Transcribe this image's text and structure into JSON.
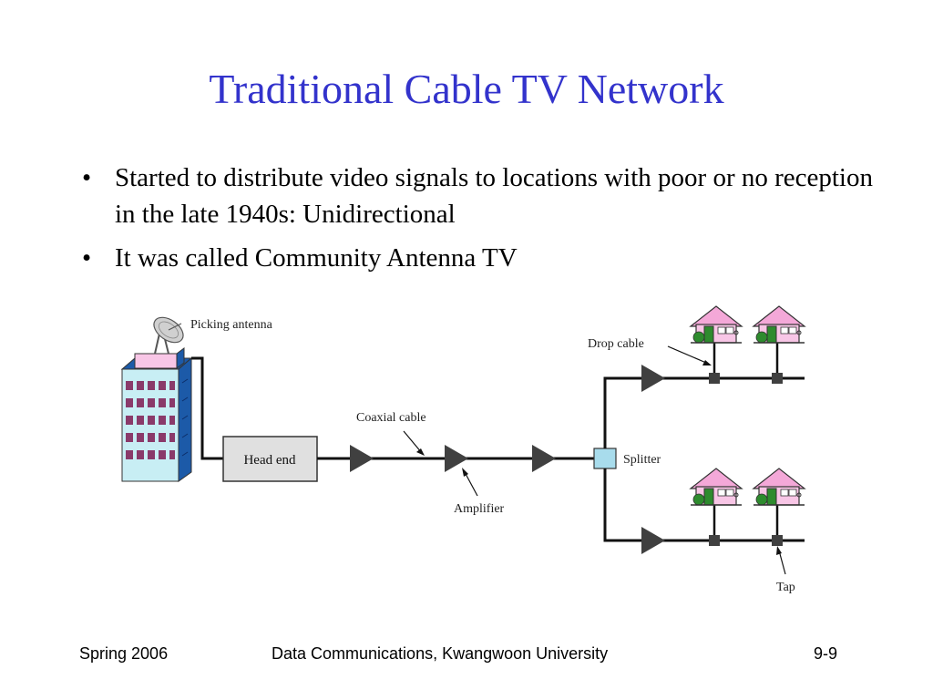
{
  "slide": {
    "title": "Traditional Cable TV Network",
    "bullets": [
      "Started to distribute video signals to locations with poor or no reception in the late 1940s: Unidirectional",
      "It was called Community Antenna TV"
    ],
    "bullet_symbol": "•"
  },
  "diagram": {
    "labels": {
      "picking_antenna": "Picking antenna",
      "head_end": "Head end",
      "coaxial_cable": "Coaxial cable",
      "amplifier": "Amplifier",
      "splitter": "Splitter",
      "drop_cable": "Drop cable",
      "tap": "Tap"
    },
    "colors": {
      "building": "#c8eef4",
      "building_side": "#1c5aa8",
      "windows": "#8a3a6a",
      "head_end_box": "#e0e0e0",
      "splitter": "#a8dcec",
      "house_roof": "#f4a8d8",
      "house_door": "#2e8b2e",
      "amplifier": "#404040"
    }
  },
  "footer": {
    "left": "Spring 2006",
    "center": "Data Communications, Kwangwoon University",
    "right": "9-9"
  }
}
